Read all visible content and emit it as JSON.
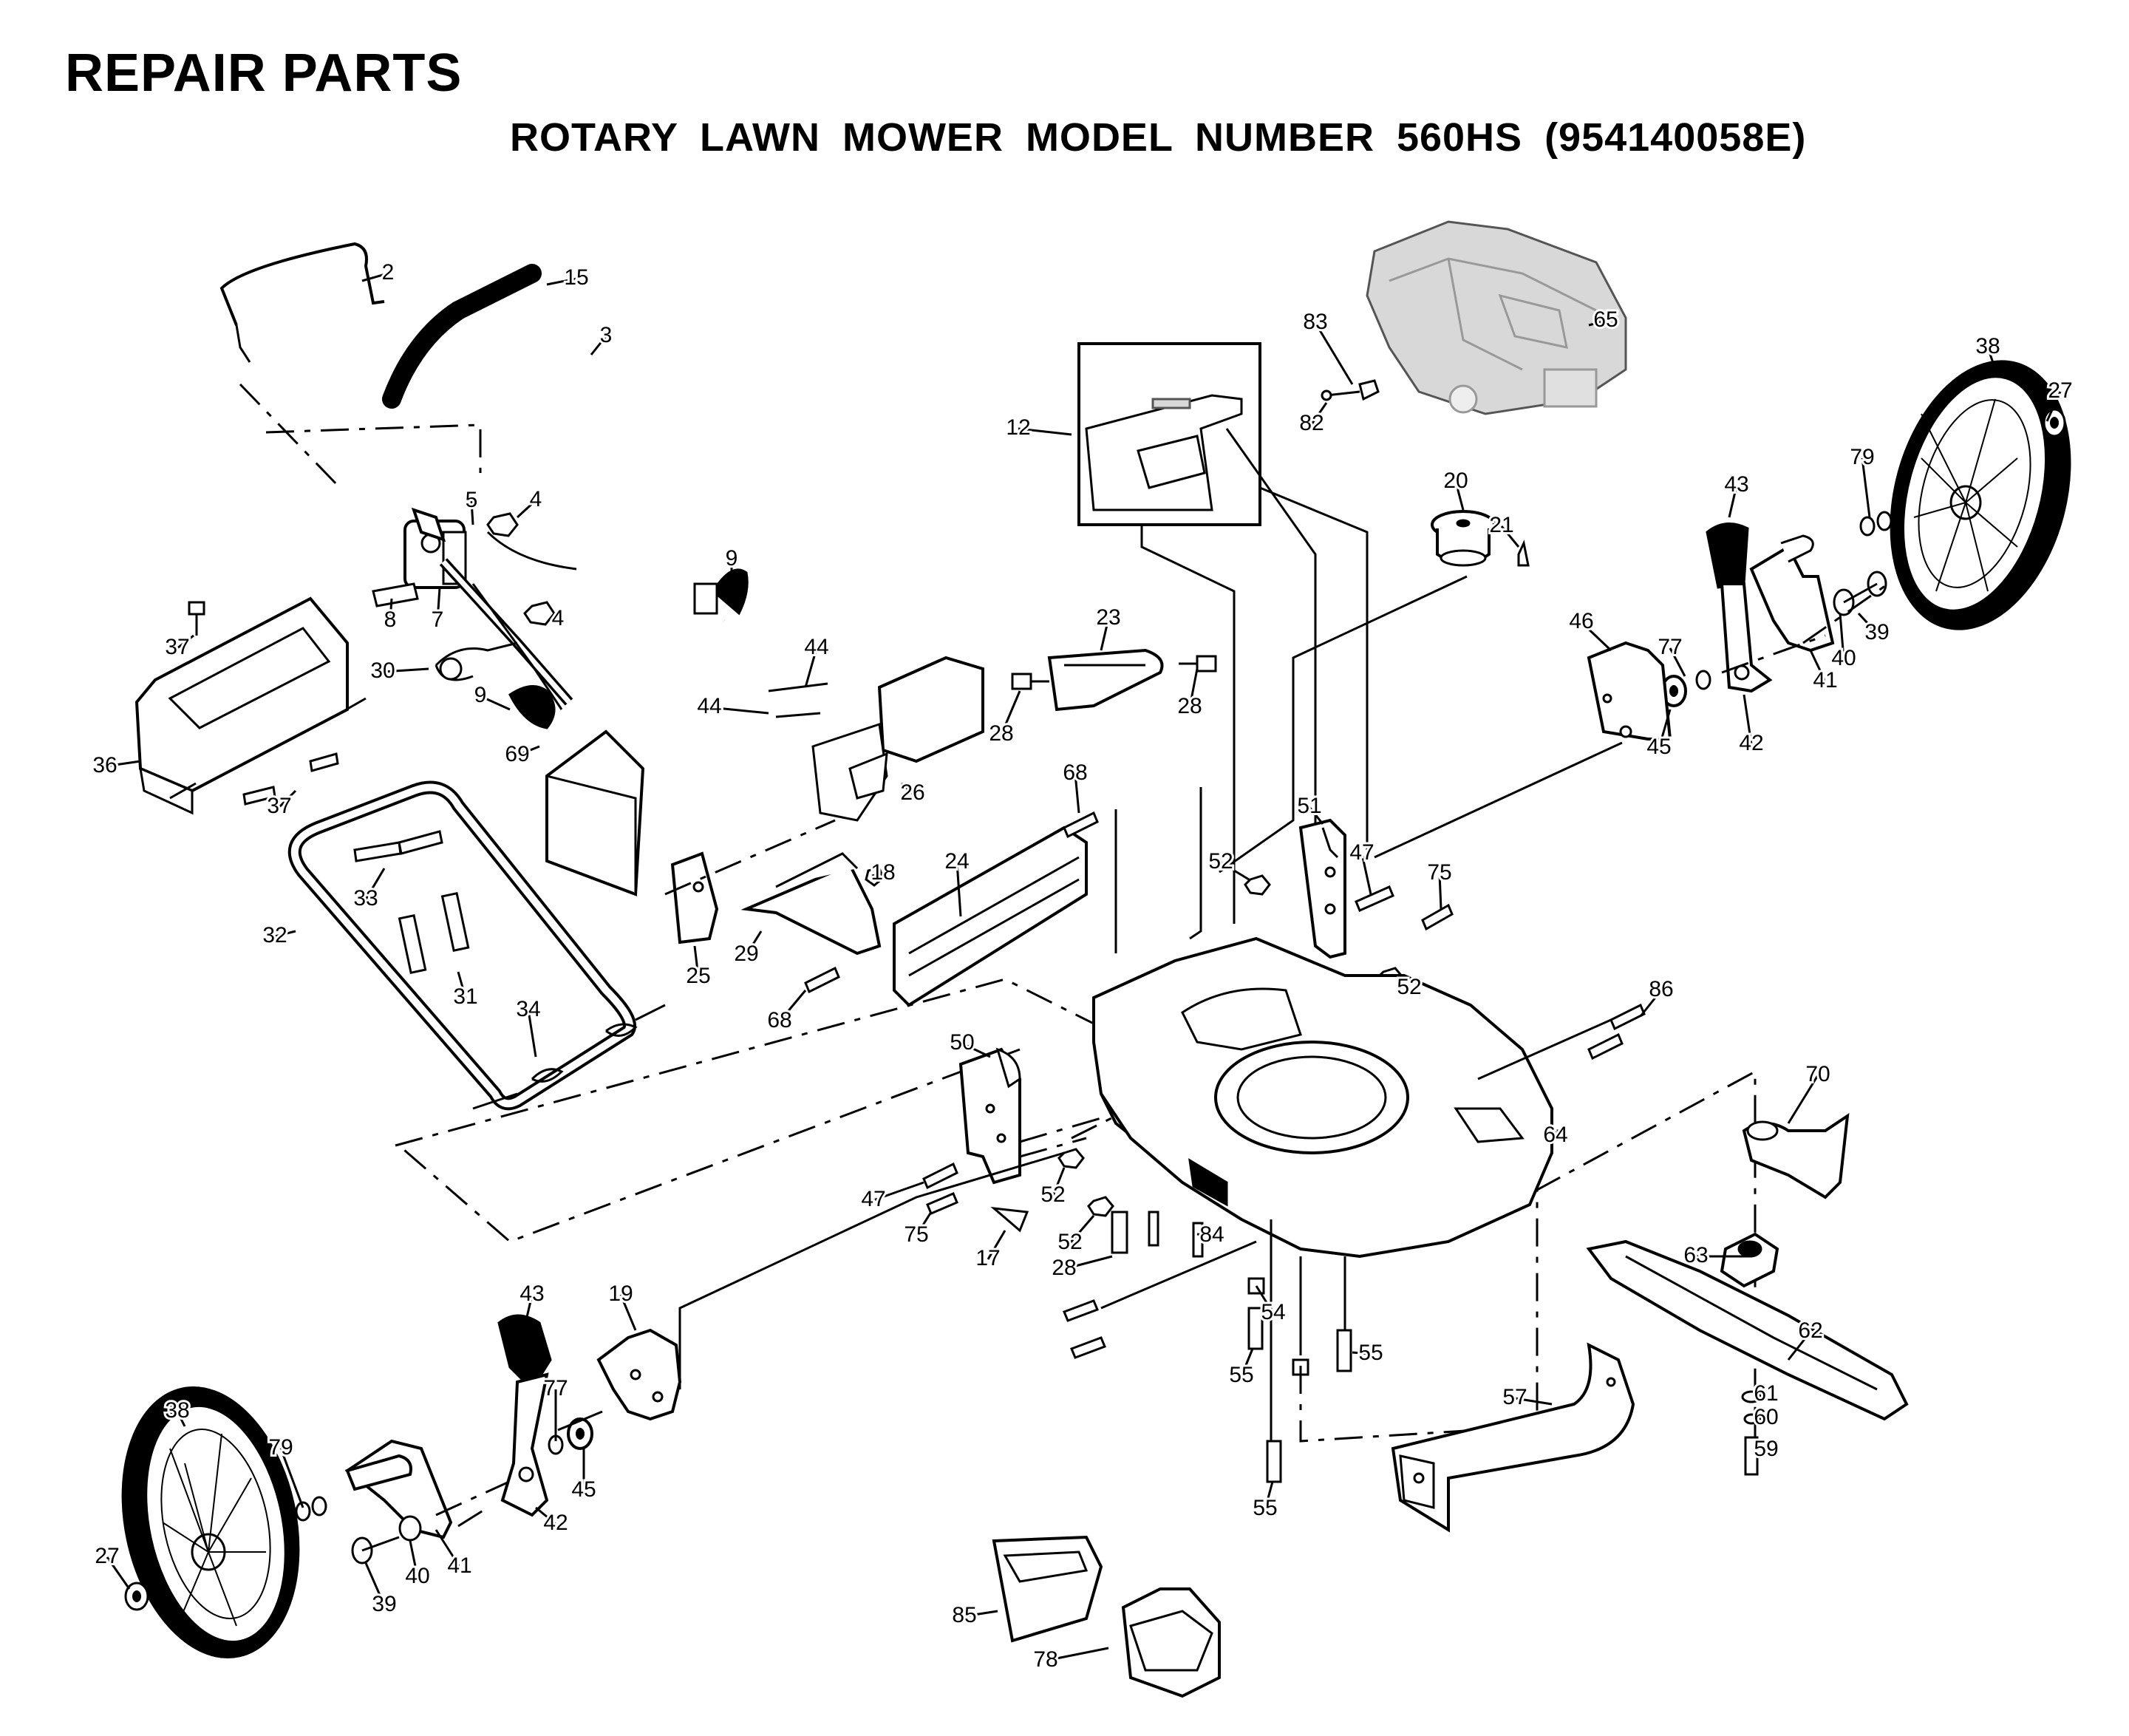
{
  "header": {
    "title": "REPAIR PARTS",
    "subtitle": "ROTARY LAWN MOWER MODEL NUMBER 560HS (954140058E)"
  },
  "callouts": [
    "2",
    "15",
    "3",
    "4",
    "5",
    "9",
    "8",
    "7",
    "4",
    "37",
    "30",
    "9",
    "36",
    "69",
    "37",
    "32",
    "33",
    "31",
    "34",
    "44",
    "44",
    "26",
    "25",
    "29",
    "18",
    "68",
    "24",
    "68",
    "23",
    "28",
    "28",
    "12",
    "65",
    "83",
    "82",
    "20",
    "21",
    "38",
    "27",
    "79",
    "43",
    "39",
    "40",
    "41",
    "46",
    "77",
    "45",
    "42",
    "51",
    "52",
    "47",
    "75",
    "52",
    "86",
    "50",
    "64",
    "70",
    "47",
    "75",
    "17",
    "52",
    "52",
    "28",
    "84",
    "63",
    "62",
    "54",
    "55",
    "55",
    "55",
    "57",
    "61",
    "60",
    "59",
    "43",
    "19",
    "38",
    "79",
    "77",
    "45",
    "42",
    "41",
    "40",
    "39",
    "27",
    "85",
    "78"
  ]
}
